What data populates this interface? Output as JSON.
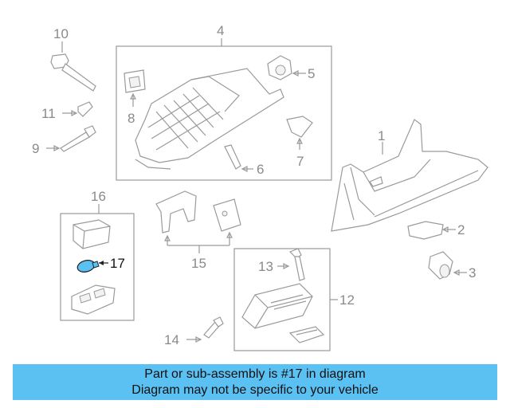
{
  "callouts": {
    "c1": "1",
    "c2": "2",
    "c3": "3",
    "c4": "4",
    "c5": "5",
    "c6": "6",
    "c7": "7",
    "c8": "8",
    "c9": "9",
    "c10": "10",
    "c11": "11",
    "c12": "12",
    "c13": "13",
    "c14": "14",
    "c15": "15",
    "c16": "16",
    "c17": "17"
  },
  "highlight": {
    "part": "17",
    "color": "#5bc0f2"
  },
  "banner": {
    "line1": "Part or sub-assembly is #17 in diagram",
    "line2": "Diagram may not be specific to your vehicle",
    "background": "#5bc0f2"
  }
}
